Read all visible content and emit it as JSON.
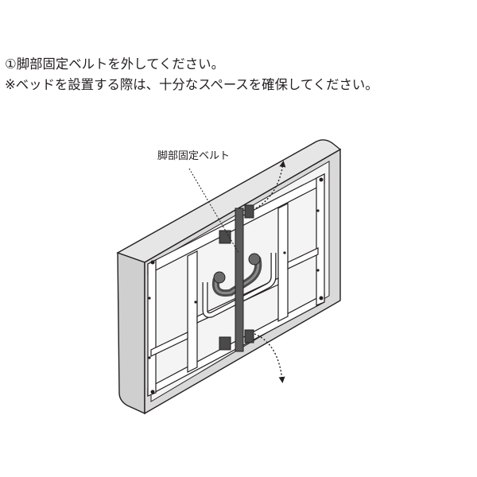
{
  "instructions": {
    "line1": "①脚部固定ベルトを外してください。",
    "line2": "※ベッドを設置する際は、十分なスペースを確保してください。"
  },
  "diagram": {
    "callout": "脚部固定ベルト"
  },
  "colors": {
    "frame_fill": "#dcdcdc",
    "frame_stroke": "#231f20",
    "belt": "#5a5a5a",
    "handle": "#4d4d4d",
    "arrow_dots": "#231f20"
  }
}
